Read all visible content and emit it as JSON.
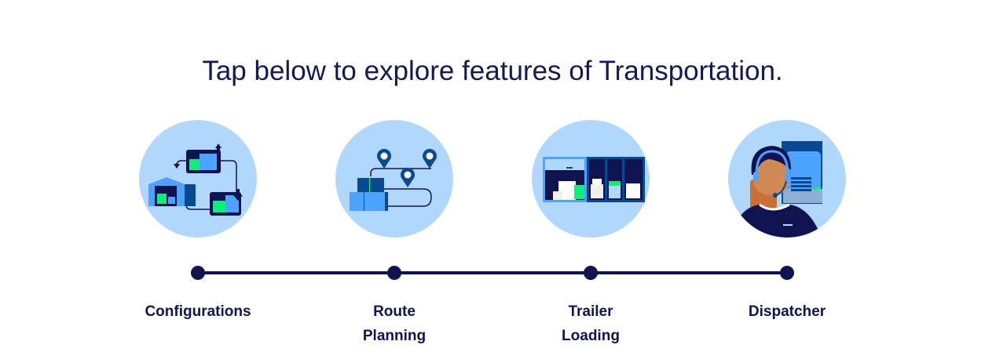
{
  "title": "Tap below to explore features of Transportation.",
  "features": [
    {
      "label": "Configurations",
      "icon": "configurations-icon"
    },
    {
      "label": "Route Planning",
      "icon": "route-planning-icon"
    },
    {
      "label": "Trailer Loading",
      "icon": "trailer-loading-icon"
    },
    {
      "label": "Dispatcher",
      "icon": "dispatcher-icon"
    }
  ],
  "colors": {
    "navy": "#0f1451",
    "circle": "#b1d8fc",
    "blue": "#4da3ff",
    "dark_blue": "#084a92",
    "green": "#0af07a"
  }
}
